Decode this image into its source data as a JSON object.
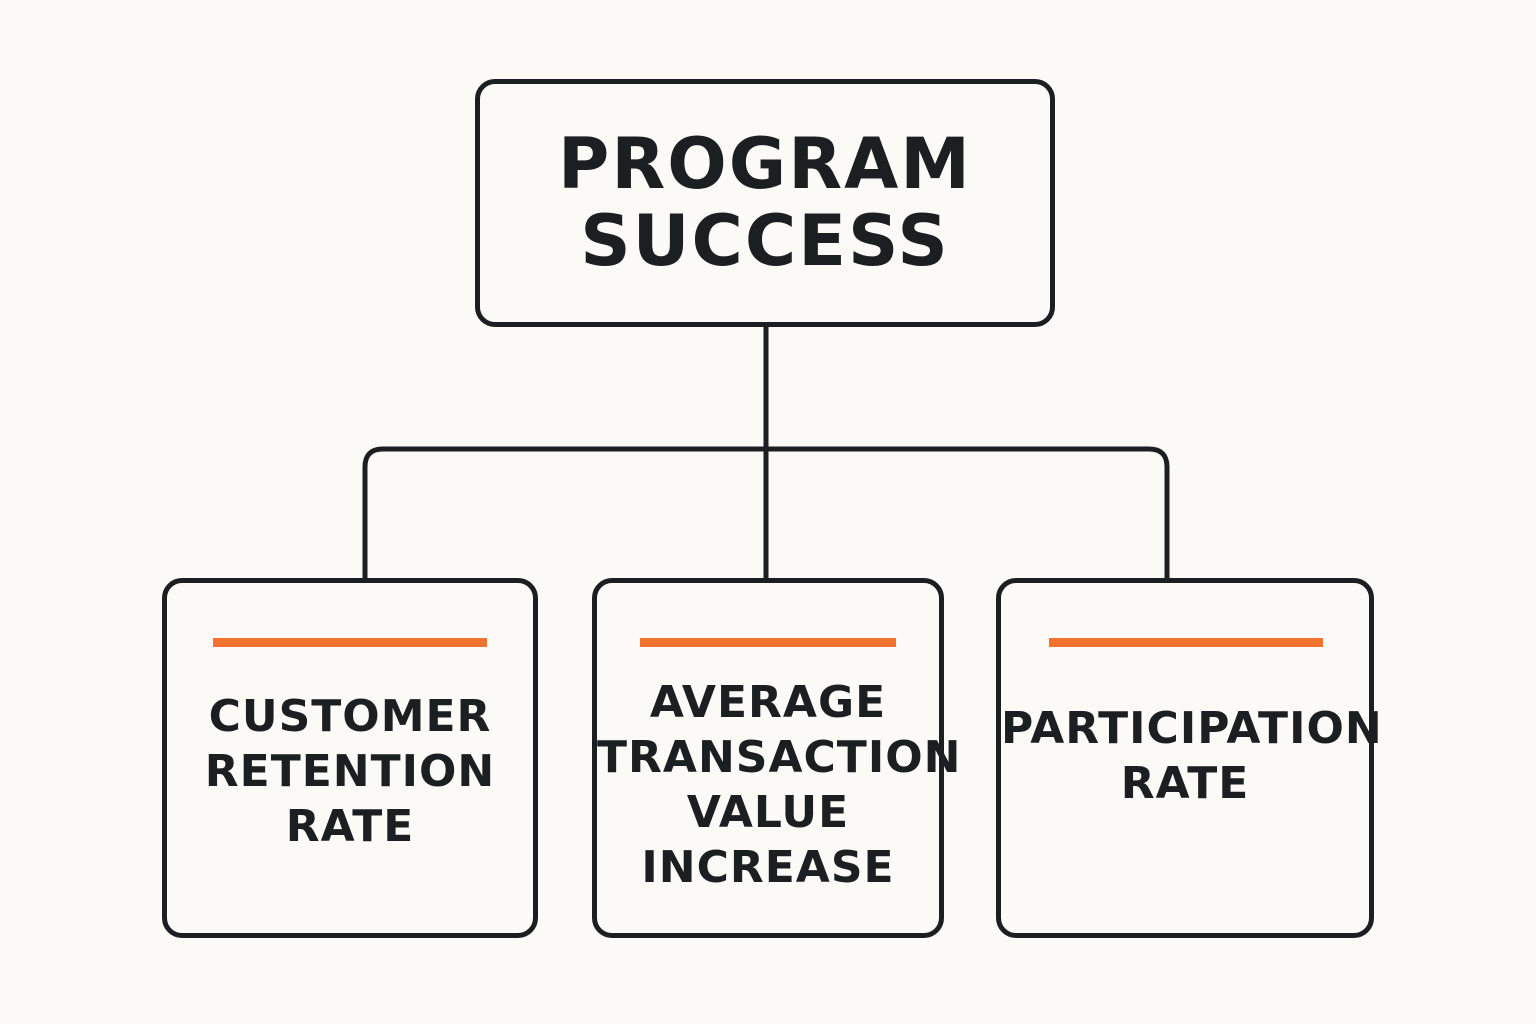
{
  "diagram": {
    "root": {
      "lines": [
        "PROGRAM",
        "SUCCESS"
      ]
    },
    "children": [
      {
        "lines": [
          "CUSTOMER",
          "RETENTION",
          "RATE"
        ]
      },
      {
        "lines": [
          "AVERAGE",
          "TRANSACTION",
          "VALUE",
          "INCREASE"
        ]
      },
      {
        "lines": [
          "PARTICIPATION",
          "RATE"
        ]
      }
    ],
    "colors": {
      "stroke": "#1c1f22",
      "accent": "#f07430",
      "background": "#fcfaf7",
      "text": "#1c1f22"
    }
  }
}
